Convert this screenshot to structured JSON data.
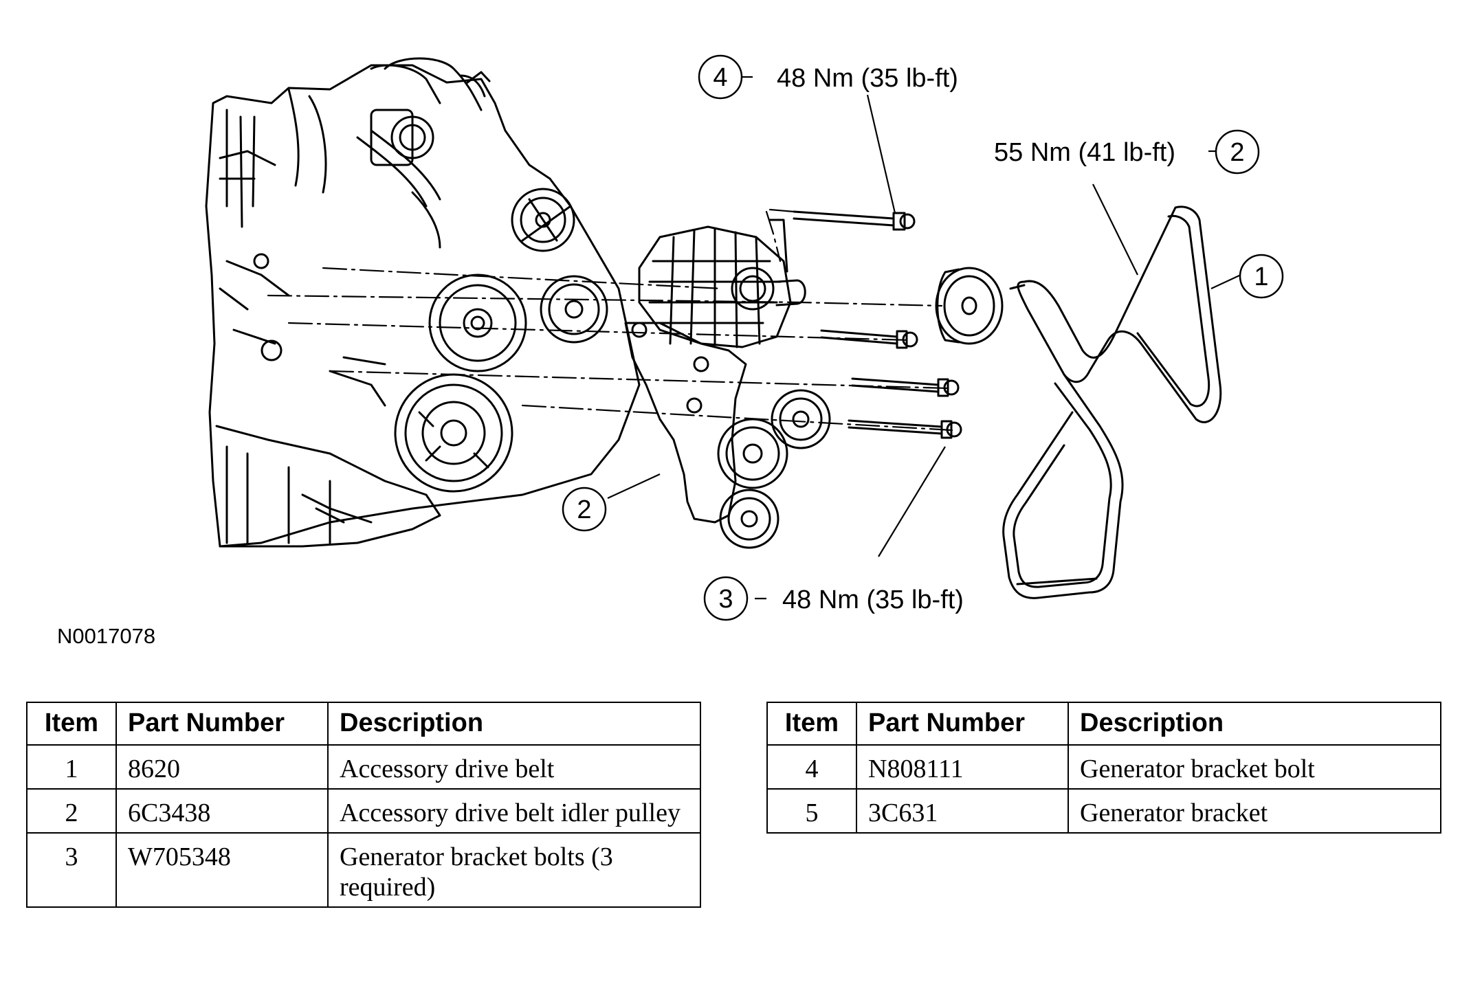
{
  "figure_id": "N0017078",
  "callouts": [
    {
      "number": "1",
      "torque": ""
    },
    {
      "number": "2",
      "torque": "55 Nm (41 lb-ft)"
    },
    {
      "number": "3",
      "torque": "48 Nm (35 lb-ft)"
    },
    {
      "number": "4",
      "torque": "48 Nm (35 lb-ft)"
    },
    {
      "number": "2",
      "torque": ""
    }
  ],
  "table_left": {
    "headers": [
      "Item",
      "Part Number",
      "Description"
    ],
    "rows": [
      {
        "item": "1",
        "part_number": "8620",
        "description": "Accessory drive belt"
      },
      {
        "item": "2",
        "part_number": "6C3438",
        "description": "Accessory drive belt idler pulley"
      },
      {
        "item": "3",
        "part_number": "W705348",
        "description": "Generator bracket bolts (3 required)"
      }
    ]
  },
  "table_right": {
    "headers": [
      "Item",
      "Part Number",
      "Description"
    ],
    "rows": [
      {
        "item": "4",
        "part_number": "N808111",
        "description": "Generator bracket bolt"
      },
      {
        "item": "5",
        "part_number": "3C631",
        "description": "Generator bracket"
      }
    ]
  }
}
